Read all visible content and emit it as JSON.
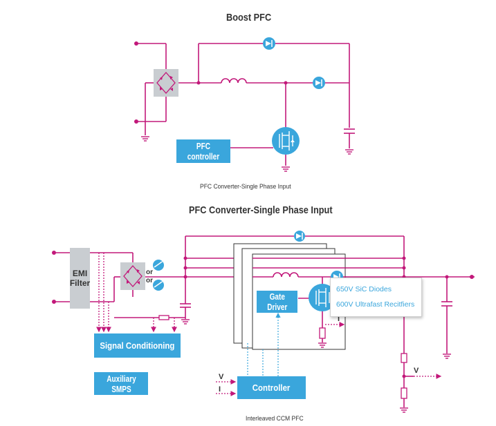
{
  "top_diagram": {
    "title": "Boost PFC",
    "controller_label_line1": "PFC",
    "controller_label_line2": "controller",
    "caption": "PFC Converter-Single Phase Input"
  },
  "bottom_diagram": {
    "title": "PFC Converter-Single Phase Input",
    "emi_filter_line1": "EMI",
    "emi_filter_line2": "Filter",
    "or_label_1": "or",
    "or_label_2": "or",
    "gate_driver_line1": "Gate",
    "gate_driver_line2": "Driver",
    "signal_conditioning": "Signal Conditioning",
    "aux_smps_line1": "Auxiliary",
    "aux_smps_line2": "SMPS",
    "controller": "Controller",
    "v_input_label": "V",
    "i_input_label": "I",
    "v_output_label": "V",
    "i_sense_label": "I",
    "caption": "Interleaved CCM PFC"
  },
  "tooltip": {
    "items": [
      "650V SiC Diodes",
      "600V Ultrafast Recitfiers"
    ]
  },
  "colors": {
    "wire": "#c2187a",
    "accent_blue": "#3aa6dc",
    "bridge_gray": "#c9cdd1",
    "text": "#333333"
  }
}
